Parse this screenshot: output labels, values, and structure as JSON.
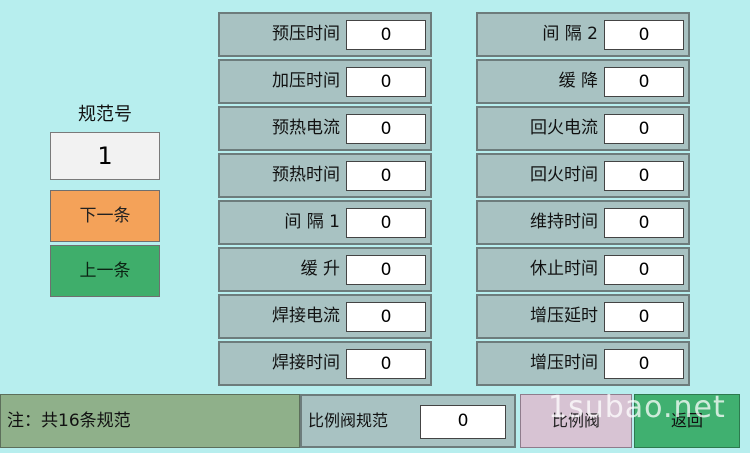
{
  "standard": {
    "label": "规范号",
    "value": "1",
    "next_label": "下一条",
    "prev_label": "上一条"
  },
  "left_params": [
    {
      "label": "预压时间",
      "value": "0"
    },
    {
      "label": "加压时间",
      "value": "0"
    },
    {
      "label": "预热电流",
      "value": "0"
    },
    {
      "label": "预热时间",
      "value": "0"
    },
    {
      "label": "间 隔 1",
      "value": "0"
    },
    {
      "label": "缓 升",
      "value": "0"
    },
    {
      "label": "焊接电流",
      "value": "0"
    },
    {
      "label": "焊接时间",
      "value": "0"
    }
  ],
  "right_params": [
    {
      "label": "间 隔 2",
      "value": "0"
    },
    {
      "label": "缓 降",
      "value": "0"
    },
    {
      "label": "回火电流",
      "value": "0"
    },
    {
      "label": "回火时间",
      "value": "0"
    },
    {
      "label": "维持时间",
      "value": "0"
    },
    {
      "label": "休止时间",
      "value": "0"
    },
    {
      "label": "增压延时",
      "value": "0"
    },
    {
      "label": "增压时间",
      "value": "0"
    }
  ],
  "footer": {
    "note": "注：共16条规范",
    "proportional_valve_label": "比例阀规范",
    "proportional_valve_value": "0",
    "proportional_button": "比例阀",
    "back_button": "返回",
    "watermark": "1subao.net"
  }
}
